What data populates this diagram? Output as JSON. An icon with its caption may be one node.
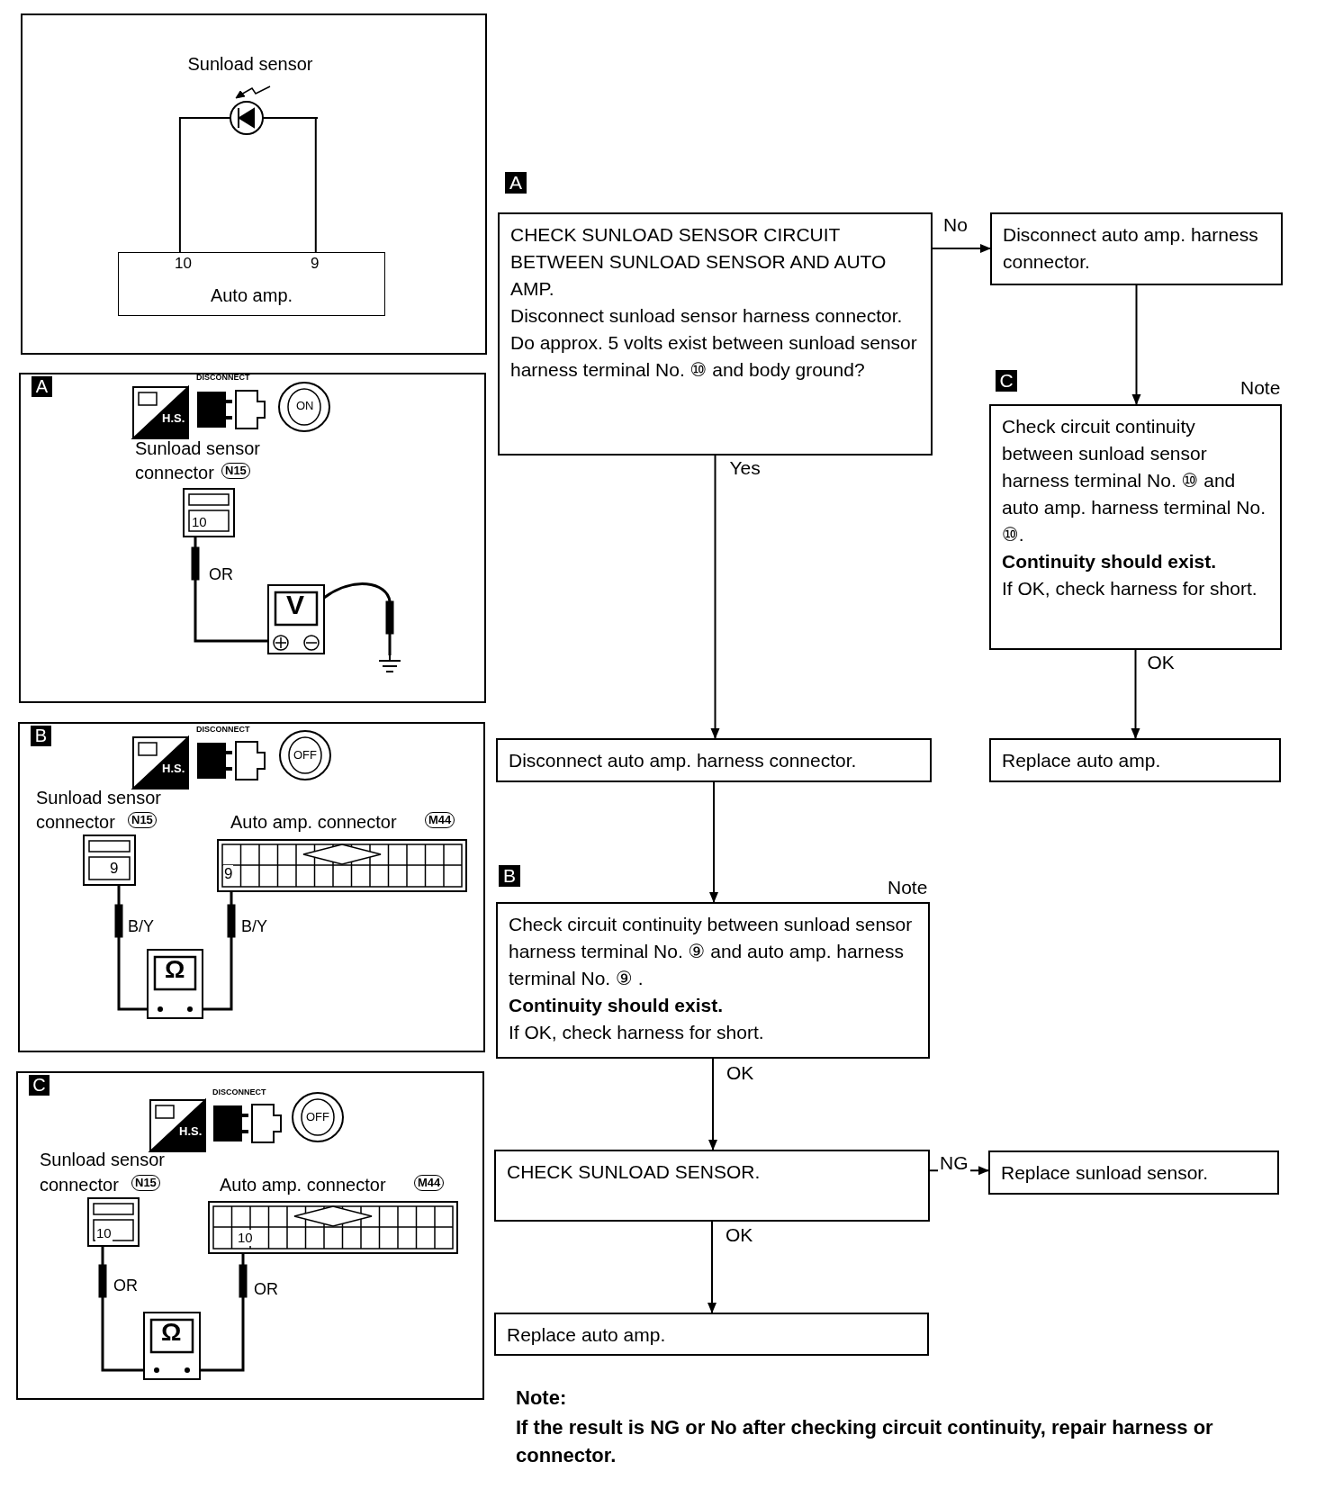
{
  "diagram": {
    "nodes": [
      {
        "text": [
          "CHECK SUNLOAD SENSOR CIRCUIT BETWEEN SUNLOAD SENSOR AND AUTO AMP.",
          "Disconnect sunload sensor harness connector.",
          "Do approx. 5 volts exist between sunload sensor harness terminal No. ⑩ and body ground?"
        ],
        "beside": [
          "A"
        ]
      },
      {
        "text": [
          "Disconnect auto amp. harness connector."
        ]
      },
      {
        "text": [
          "Check circuit continuity between sunload sensor harness terminal No. ⑩ and auto amp. harness terminal No. ⑩.",
          "Continuity should exist.",
          "If OK, check harness for short."
        ],
        "beside": [
          "C",
          "Note"
        ]
      },
      {
        "text": [
          "Replace auto amp."
        ]
      },
      {
        "text": [
          "Disconnect auto amp. harness connector."
        ]
      },
      {
        "text": [
          "Check circuit continuity between sunload sensor harness terminal No. ⑨ and auto amp. harness terminal No. ⑨ .",
          "Continuity should exist.",
          "If OK, check harness for short."
        ],
        "beside": [
          "B",
          "Note"
        ]
      },
      {
        "text": [
          "CHECK SUNLOAD SENSOR."
        ]
      },
      {
        "text": [
          "Replace sunload sensor."
        ]
      },
      {
        "text": [
          "Replace auto amp."
        ]
      },
      {
        "text": [],
        "shape": "box"
      },
      {
        "text": [
          "Sunload sensor"
        ],
        "in": 9
      },
      {
        "text": [
          "Auto amp."
        ],
        "in": 9
      },
      {
        "text": [
          "A"
        ]
      },
      {
        "text": [
          "B"
        ]
      },
      {
        "text": [
          "C"
        ]
      }
    ],
    "edges": [
      {
        "from": 0,
        "to": 1,
        "arrow": "to",
        "label": "No"
      },
      {
        "from": 1,
        "to": 2,
        "arrow": "to"
      },
      {
        "from": 2,
        "to": 3,
        "arrow": "to",
        "label": "OK"
      },
      {
        "from": 0,
        "to": 4,
        "arrow": "to",
        "label": "Yes"
      },
      {
        "from": 4,
        "to": 5,
        "arrow": "to"
      },
      {
        "from": 5,
        "to": 6,
        "arrow": "to",
        "label": "OK"
      },
      {
        "from": 6,
        "to": 7,
        "arrow": "to",
        "label": "NG"
      },
      {
        "from": 6,
        "to": 8,
        "arrow": "to",
        "label": "OK"
      },
      {
        "from": 10,
        "to": 11,
        "arrow": "none"
      },
      {
        "from": 10,
        "to": 11,
        "arrow": "none"
      }
    ],
    "labels": [
      "10",
      "9",
      "DISCONNECT",
      "H.S.",
      "ON",
      "Sunload sensor",
      "connector",
      "N15",
      "10",
      "OR",
      "V",
      "DISCONNECT",
      "H.S.",
      "OFF",
      "Sunload sensor",
      "connector",
      "N15",
      "Auto amp. connector",
      "M44",
      "9",
      "9",
      "B/Y",
      "B/Y",
      "Ω",
      "DISCONNECT",
      "H.S.",
      "OFF",
      "Sunload sensor",
      "connector",
      "N15",
      "Auto amp. connector",
      "M44",
      "10",
      "10",
      "OR",
      "OR",
      "Ω",
      "Note:",
      "If the result is NG or No after checking circuit continuity, repair harness or connector."
    ]
  }
}
